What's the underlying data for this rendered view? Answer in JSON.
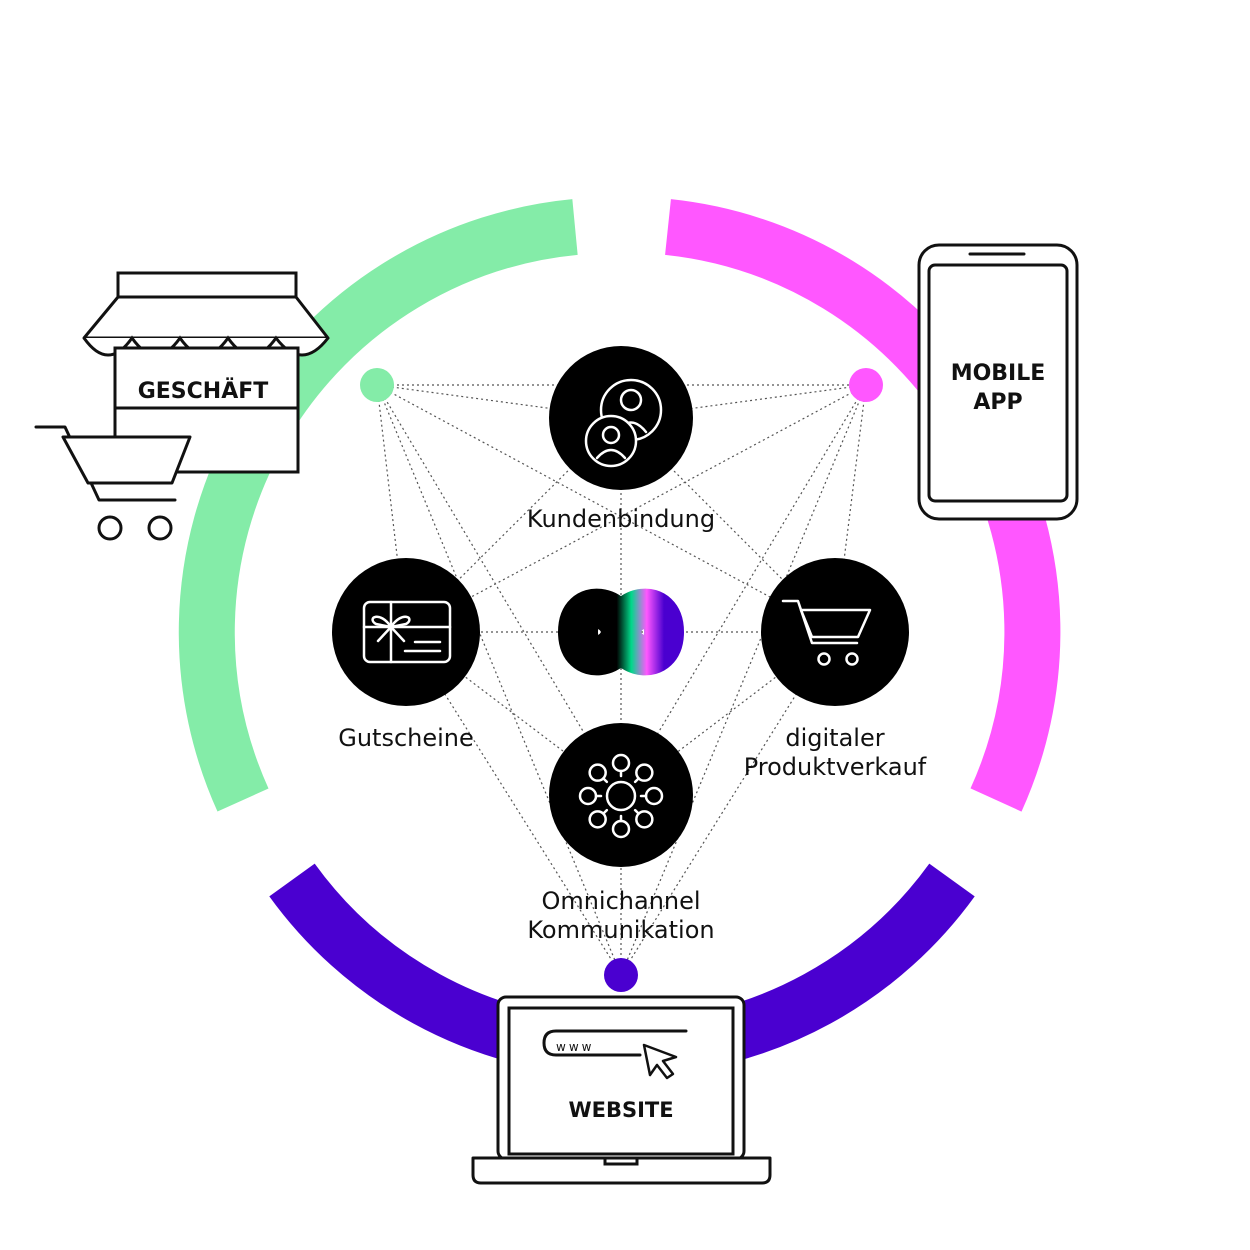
{
  "colors": {
    "green": "#84ECA8",
    "magenta": "#FF57FF",
    "purple": "#4A00D0",
    "black": "#000000",
    "white": "#ffffff"
  },
  "channels": {
    "store": {
      "label": "GESCHÄFT",
      "icon": "storefront-icon"
    },
    "mobile": {
      "label_line1": "MOBILE",
      "label_line2": "APP",
      "icon": "smartphone-icon"
    },
    "website": {
      "label": "WEBSITE",
      "url_text": "www",
      "icon": "laptop-icon"
    }
  },
  "features": {
    "loyalty": {
      "label": "Kundenbindung",
      "icon": "customers-icon"
    },
    "vouchers": {
      "label": "Gutscheine",
      "icon": "gift-card-icon"
    },
    "digital_sales": {
      "label_line1": "digitaler",
      "label_line2": "Produktverkauf",
      "icon": "shopping-cart-icon"
    },
    "omnichannel": {
      "label_line1": "Omnichannel",
      "label_line2": "Kommunikation",
      "icon": "network-icon"
    }
  },
  "logo": {
    "icon": "infinity-logo-icon"
  }
}
